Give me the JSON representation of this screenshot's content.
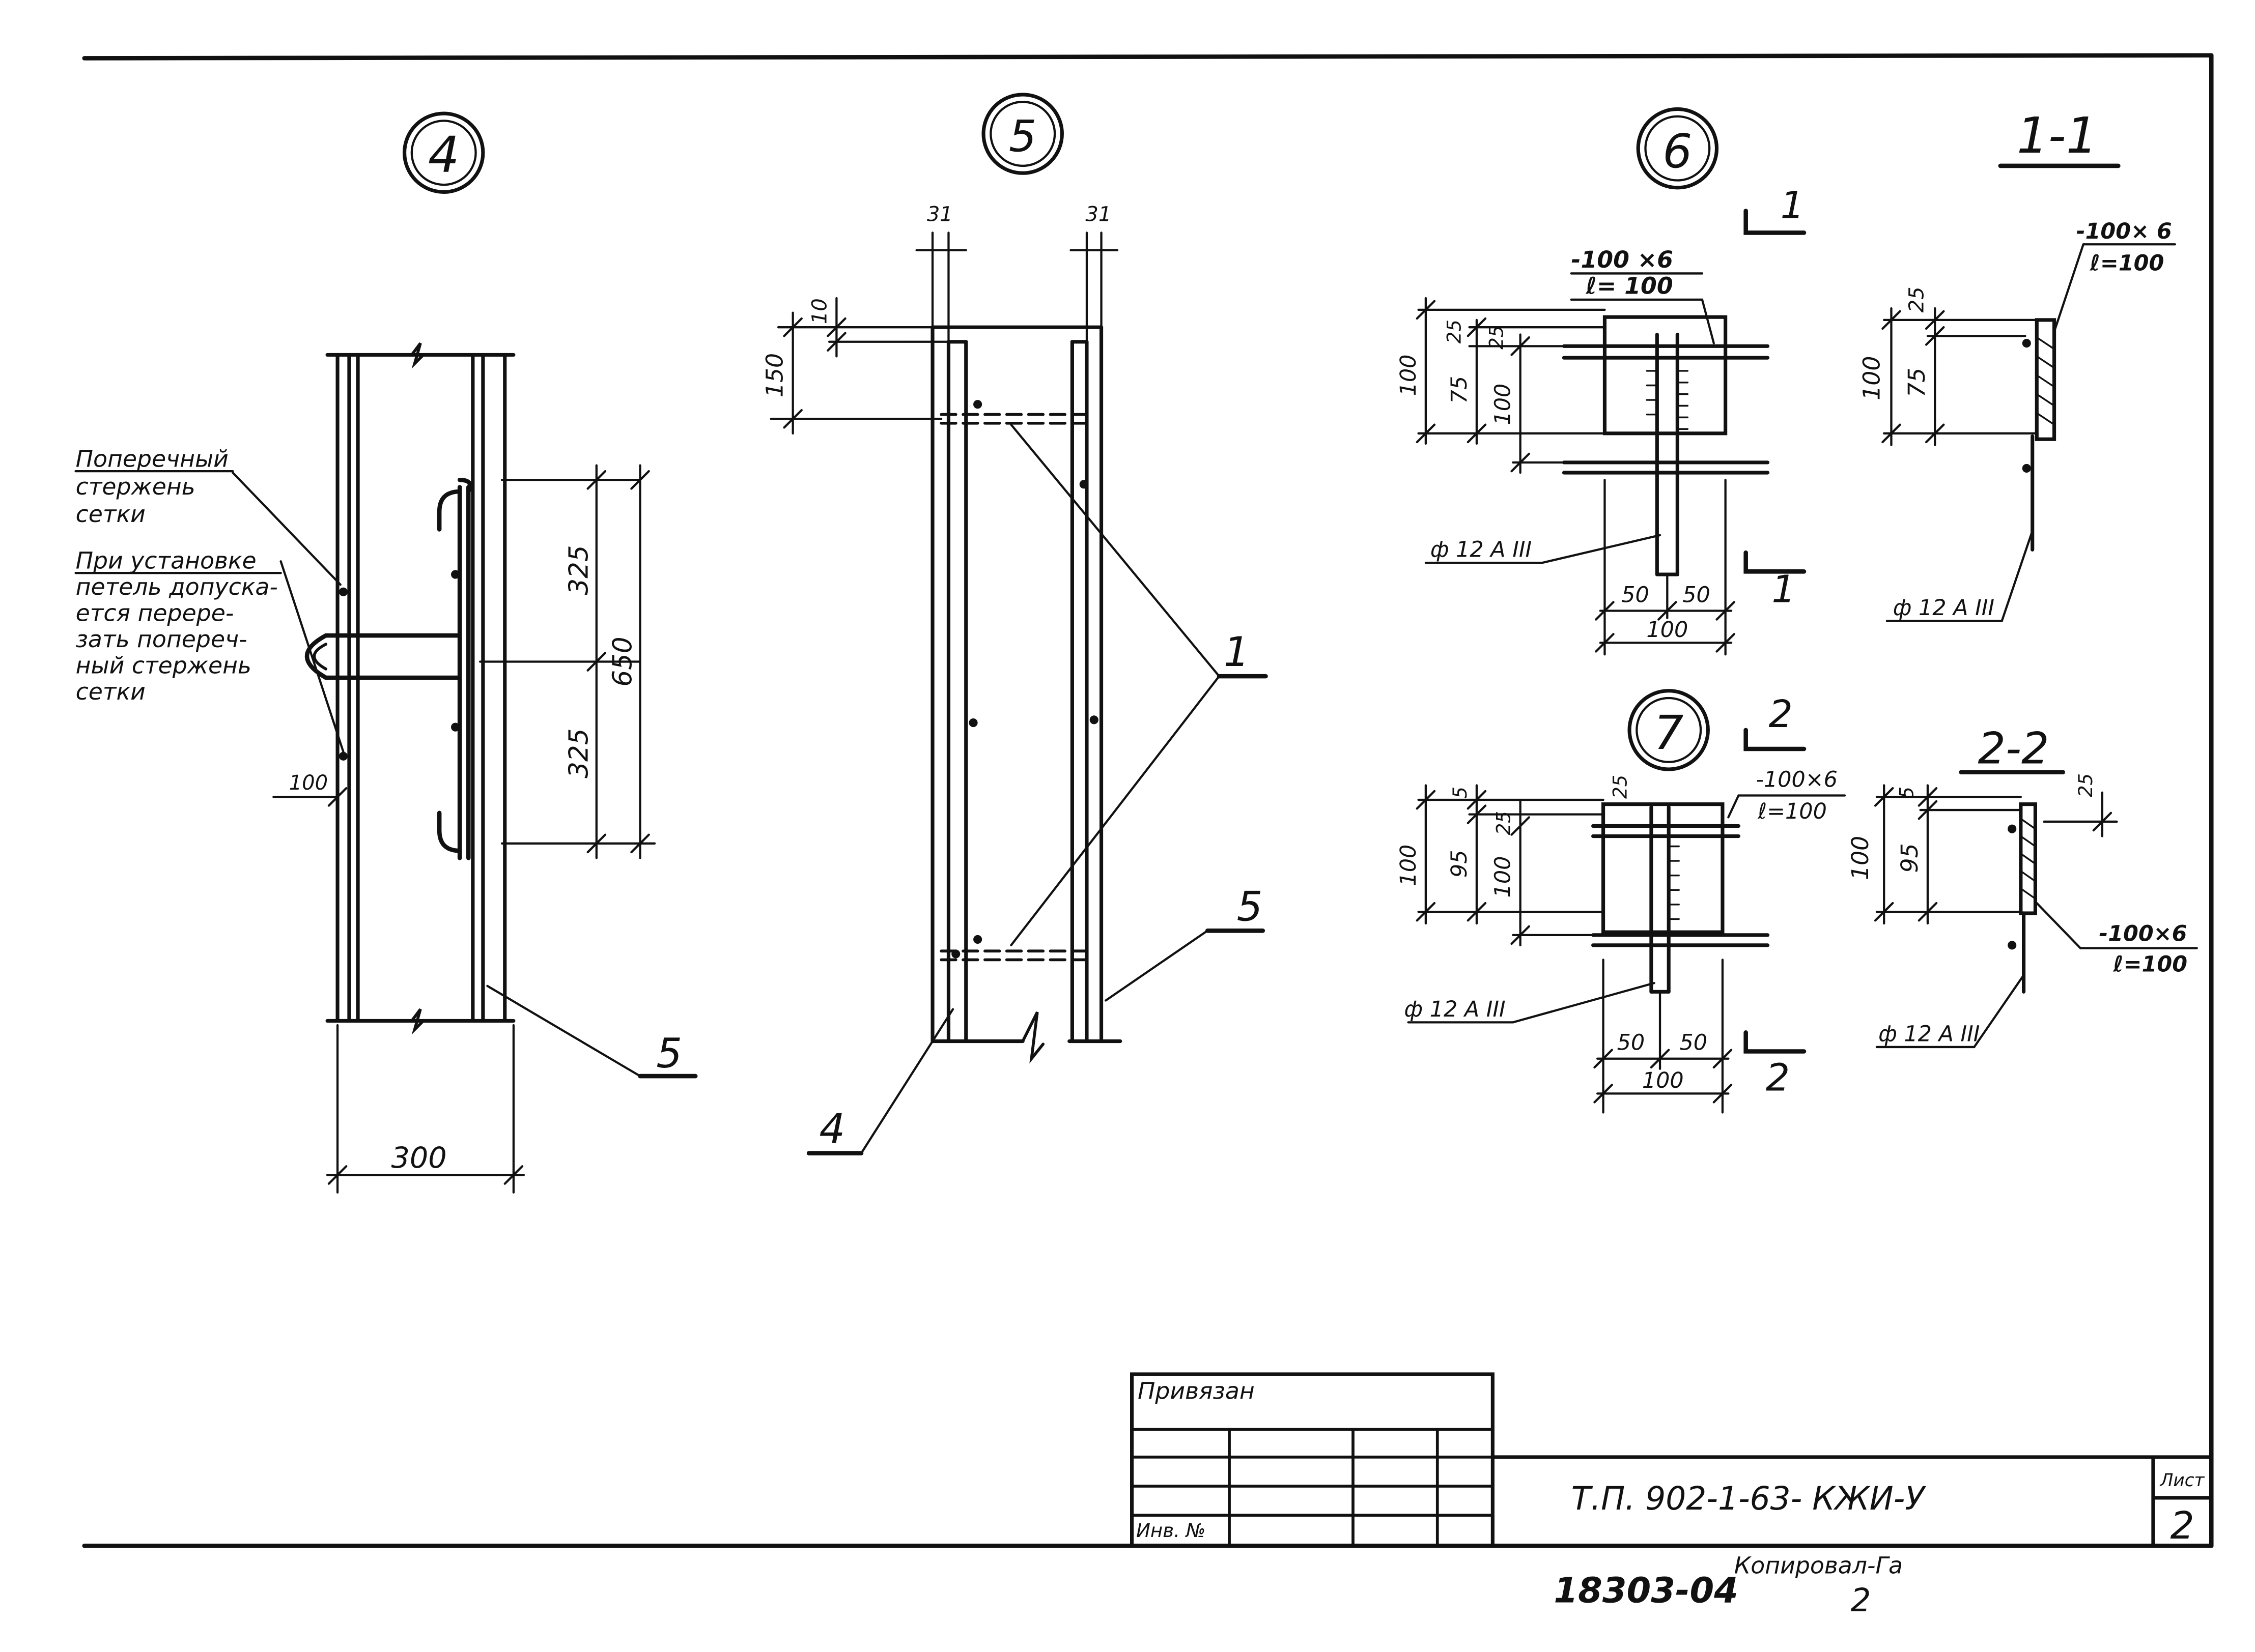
{
  "views": {
    "v4": {
      "marker": "4",
      "dim_width": "300",
      "dim_upper": "325",
      "dim_lower": "325",
      "dim_total": "650",
      "dim_offset": "100",
      "callout": "5"
    },
    "v5": {
      "marker": "5",
      "dim_left_gap": "31",
      "dim_right_gap": "31",
      "dim_150": "150",
      "dim_10": "10",
      "callout_1": "1",
      "callout_4": "4",
      "callout_5": "5"
    },
    "v6": {
      "marker": "6",
      "plate_line1": "-100 ×6",
      "plate_line2": "ℓ= 100",
      "dim_25": "25",
      "dim_25b": "25",
      "dim_100": "100",
      "dim_75": "75",
      "dim_100b": "100",
      "dim_50a": "50",
      "dim_50b": "50",
      "dim_100c": "100",
      "bar": "ф 12 А III",
      "cut_top": "1",
      "cut_bottom": "1"
    },
    "s11": {
      "title": "1-1",
      "plate_line1": "-100× 6",
      "plate_line2": "ℓ=100",
      "dim_25": "25",
      "dim_100": "100",
      "dim_75": "75",
      "bar": "ф 12 А III"
    },
    "v7": {
      "marker": "7",
      "plate_line1": "-100×6",
      "plate_line2": "ℓ=100",
      "dim_5": "5",
      "dim_25": "25",
      "dim_25b": "25",
      "dim_100": "100",
      "dim_95": "95",
      "dim_100b": "100",
      "dim_50a": "50",
      "dim_50b": "50",
      "dim_100c": "100",
      "bar": "ф 12 А III",
      "cut_top": "2",
      "cut_bottom": "2"
    },
    "s22": {
      "title": "2-2",
      "dim_5": "5",
      "dim_25": "25",
      "dim_100": "100",
      "dim_95": "95",
      "plate_line1": "-100×6",
      "plate_line2": "ℓ=100",
      "bar": "ф 12 А III"
    }
  },
  "notes": {
    "transverse_bar": [
      "Поперечный",
      "стержень",
      "сетки"
    ],
    "install_note": [
      "При установке",
      "петель допуска-",
      "ется перере-",
      "зать попереч-",
      "ный стержень",
      "сетки"
    ]
  },
  "title_block": {
    "attached_label": "Привязан",
    "inv_label": "Инв. №",
    "doc_code": "Т.П. 902-1-63- КЖИ-У",
    "sheet_label": "Лист",
    "sheet_number": "2"
  },
  "footer": {
    "archive_number": "18303-04",
    "copied_by": "Копировал-Га",
    "copy_mark": "2"
  }
}
